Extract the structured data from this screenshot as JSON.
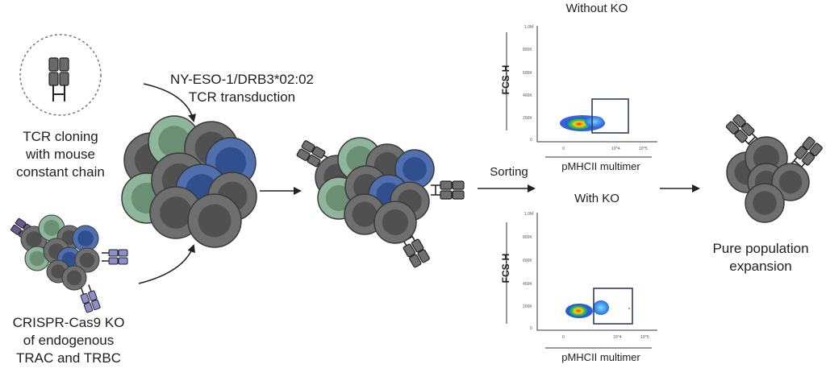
{
  "tcr_cloning": {
    "line1": "TCR cloning",
    "line2": "with mouse",
    "line3": "constant chain"
  },
  "crispr": {
    "line1": "CRISPR-Cas9 KO",
    "line2": "of endogenous",
    "line3": "TRAC and TRBC"
  },
  "transduction": {
    "line1": "NY-ESO-1/DRB3*02:02",
    "line2": "TCR transduction"
  },
  "sorting": "Sorting",
  "plot_top": {
    "title": "Without KO",
    "ylabel": "FCS-H",
    "xlabel": "pMHCII multimer",
    "yticks": [
      "1.0M",
      "800K",
      "600K",
      "400K",
      "200K",
      "0"
    ],
    "xticks": [
      "0",
      "10^4",
      "10^5"
    ]
  },
  "plot_bottom": {
    "title": "With KO",
    "ylabel": "FCS-H",
    "xlabel": "pMHCII multimer",
    "yticks": [
      "1.0M",
      "800K",
      "600K",
      "400K",
      "200K",
      "0"
    ],
    "xticks": [
      "0",
      "10^4",
      "10^5"
    ]
  },
  "expansion": {
    "line1": "Pure population",
    "line2": "expansion"
  },
  "colors": {
    "cell_grey": "#6f6f6f",
    "cell_green": "#8fb59a",
    "cell_blue": "#4f6fae",
    "tcr": "#5b5b5b",
    "tcr_purple": "#6a5a92",
    "tcr_lavender": "#8c8fcc"
  }
}
